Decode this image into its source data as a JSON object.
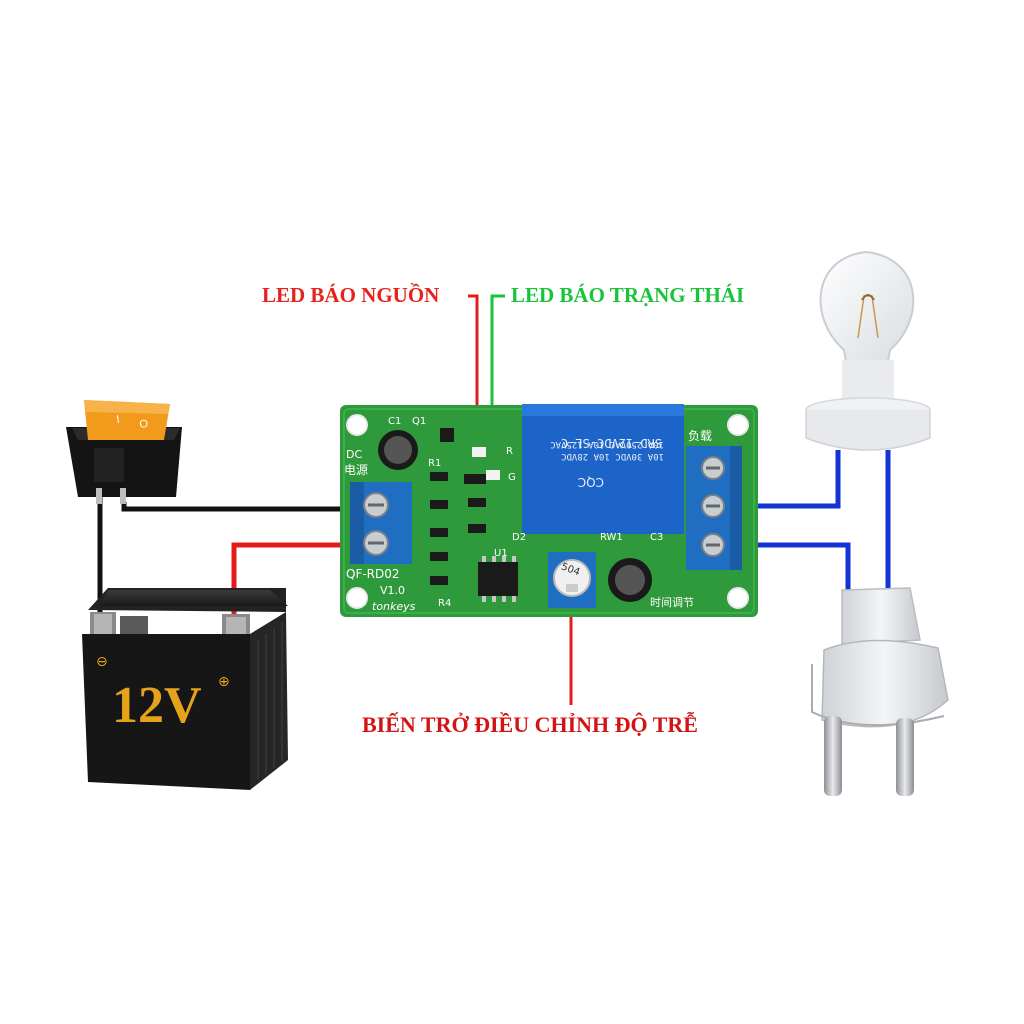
{
  "labels": {
    "power_led": "LED BÁO NGUỒN",
    "status_led": "LED BÁO TRẠNG THÁI",
    "potentiometer": "BIẾN TRỞ ĐIỀU CHỈNH ĐỘ TRỄ"
  },
  "battery": {
    "voltage": "12V",
    "minus": "⊖",
    "plus": "⊕"
  },
  "switch": {
    "mark_on": "I",
    "mark_off": "O"
  },
  "board": {
    "model": "QF-RD02",
    "version": "V1.0",
    "brand": "tonkeys",
    "dc_label": "DC",
    "power_cn": "电源",
    "load_cn": "负载",
    "time_adjust_cn": "时间调节",
    "relay": {
      "model": "SRD-12VDC-SL-C",
      "rating_1": "10A 250VAC  10A 125VAC",
      "rating_2": "10A 30VDC  10A 28VDC",
      "logo": "CQC"
    },
    "components": {
      "c1": "C1",
      "q1": "Q1",
      "r1": "R1",
      "r": "R",
      "g": "G",
      "d2": "D2",
      "u1": "U1",
      "r4": "R4",
      "rw1": "RW1",
      "c3": "C3"
    },
    "pot_value": "504"
  },
  "colors": {
    "power_led_label": "#e8211b",
    "status_led_label": "#19c33a",
    "pot_label": "#d41414",
    "pcb_green": "#2f9a3c",
    "relay_blue": "#1c64c8",
    "terminal_blue": "#1f6ec2",
    "wire_black": "#111111",
    "wire_red": "#e31b1b",
    "wire_blue": "#1333d6",
    "switch_orange": "#f29a1b",
    "battery_text": "#e6a21b"
  },
  "icons": [
    "rocker-switch-icon",
    "battery-icon",
    "light-bulb-icon",
    "power-plug-icon",
    "relay-module-icon"
  ]
}
